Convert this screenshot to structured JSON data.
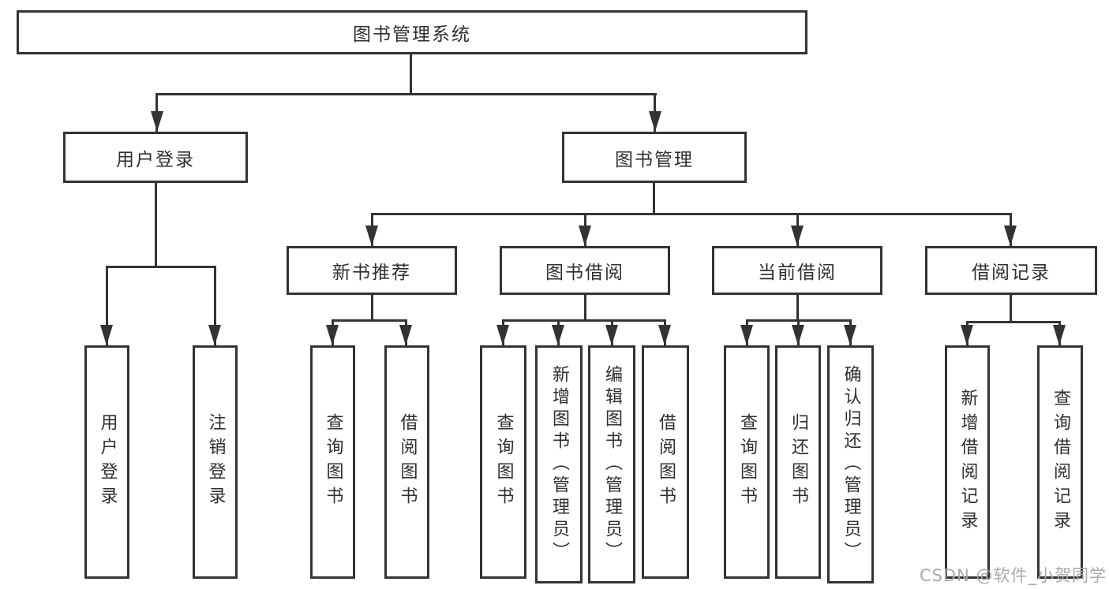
{
  "diagram": {
    "root": "图书管理系统",
    "level2": [
      "用户登录",
      "图书管理"
    ],
    "level3": [
      "新书推荐",
      "图书借阅",
      "当前借阅",
      "借阅记录"
    ],
    "leaves": {
      "user": [
        "用户登录",
        "注销登录"
      ],
      "newbook": [
        "查询图书",
        "借阅图书"
      ],
      "borrow": [
        "查询图书",
        "新增图书（管理员）",
        "编辑图书（管理员）",
        "借阅图书"
      ],
      "current": [
        "查询图书",
        "归还图书",
        "确认归还（管理员）"
      ],
      "record": [
        "新增借阅记录",
        "查询借阅记录"
      ]
    },
    "colors": {
      "line": "#333333",
      "text": "#2f2f2f",
      "watermark": "#a9a9a9",
      "background": "#ffffff"
    }
  },
  "watermark": {
    "text": "CSDN @软件_小贺同学"
  }
}
